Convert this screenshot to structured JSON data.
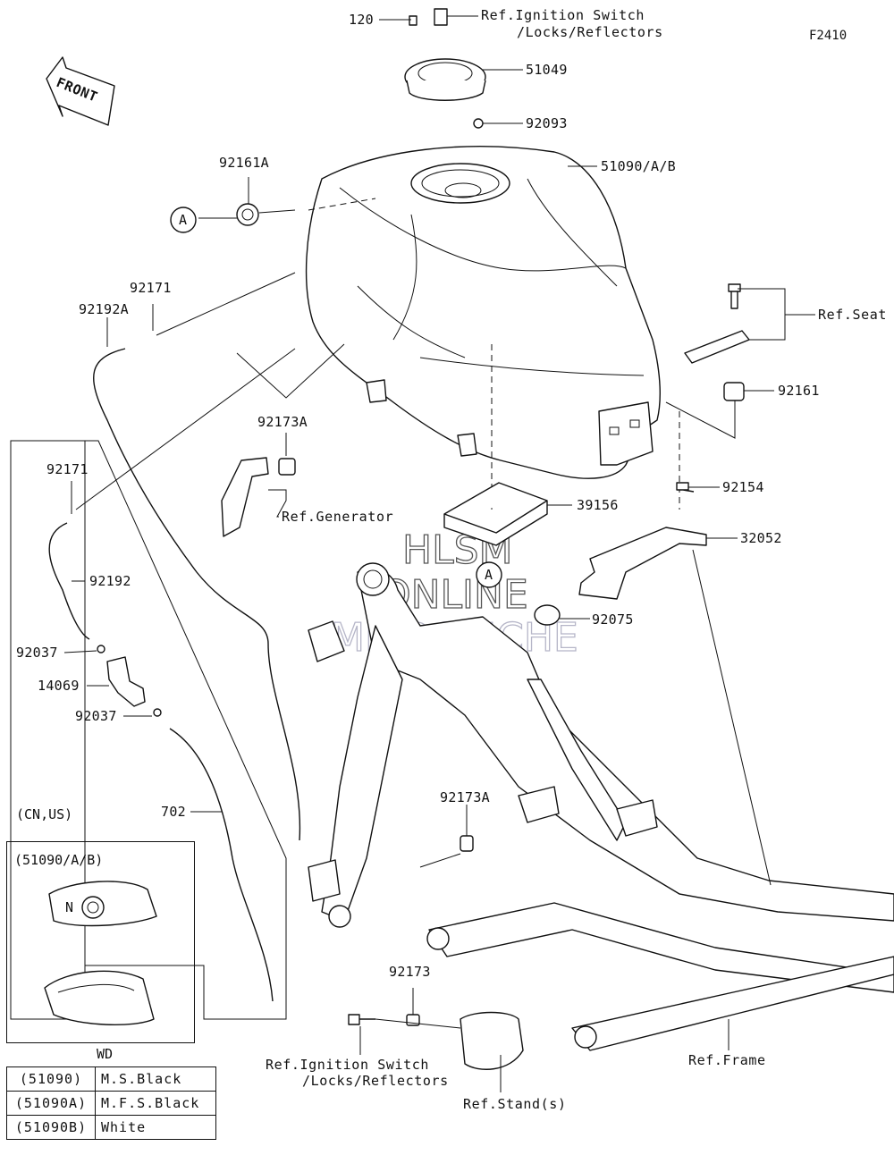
{
  "figure_code": "F2410",
  "front_marker": "FRONT",
  "watermark": [
    "HLSM",
    "ONLINE",
    "MICROFICHE"
  ],
  "callout_a": "A",
  "parts": {
    "p120": "120",
    "p51049": "51049",
    "p92093": "92093",
    "p51090": "51090/A/B",
    "p92161A": "92161A",
    "p92171_top": "92171",
    "p92192A": "92192A",
    "p92173A_top": "92173A",
    "p92171_left": "92171",
    "p92192": "92192",
    "p92037_a": "92037",
    "p14069": "14069",
    "p92037_b": "92037",
    "p702": "702",
    "p92161": "92161",
    "p92154": "92154",
    "p32052": "32052",
    "p39156": "39156",
    "p92075": "92075",
    "p92173A_mid": "92173A",
    "p92173": "92173"
  },
  "refs": {
    "ignition_top_1": "Ref.Ignition Switch",
    "ignition_top_2": "/Locks/Reflectors",
    "seat": "Ref.Seat",
    "generator": "Ref.Generator",
    "ignition_bottom_1": "Ref.Ignition Switch",
    "ignition_bottom_2": "/Locks/Reflectors",
    "stand": "Ref.Stand(s)",
    "frame": "Ref.Frame"
  },
  "region_note": "(CN,US)",
  "wd_box": {
    "title": "(51090/A/B)",
    "caption": "WD"
  },
  "color_table": [
    {
      "code": "(51090)",
      "color": "M.S.Black"
    },
    {
      "code": "(51090A)",
      "color": "M.F.S.Black"
    },
    {
      "code": "(51090B)",
      "color": "White"
    }
  ]
}
